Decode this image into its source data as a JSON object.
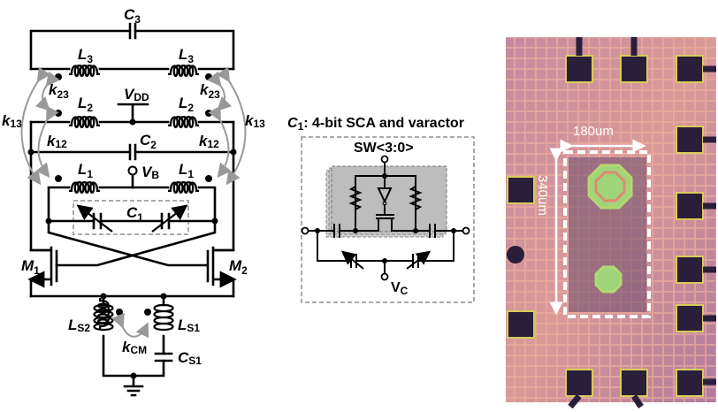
{
  "schematic": {
    "labels": {
      "c3": {
        "main": "C",
        "sub": "3"
      },
      "l3_left": {
        "main": "L",
        "sub": "3"
      },
      "l3_right": {
        "main": "L",
        "sub": "3"
      },
      "k23_left": {
        "main": "k",
        "sub": "23"
      },
      "k23_right": {
        "main": "k",
        "sub": "23"
      },
      "l2_left": {
        "main": "L",
        "sub": "2"
      },
      "l2_right": {
        "main": "L",
        "sub": "2"
      },
      "vdd": {
        "main": "V",
        "sub": "DD"
      },
      "k13_left": {
        "main": "k",
        "sub": "13"
      },
      "k13_right": {
        "main": "k",
        "sub": "13"
      },
      "k12_left": {
        "main": "k",
        "sub": "12"
      },
      "k12_right": {
        "main": "k",
        "sub": "12"
      },
      "c2": {
        "main": "C",
        "sub": "2"
      },
      "l1_left": {
        "main": "L",
        "sub": "1"
      },
      "l1_right": {
        "main": "L",
        "sub": "1"
      },
      "vb": {
        "main": "V",
        "sub": "B"
      },
      "c1": {
        "main": "C",
        "sub": "1"
      },
      "m1": {
        "main": "M",
        "sub": "1"
      },
      "m2": {
        "main": "M",
        "sub": "2"
      },
      "ls2": {
        "main": "L",
        "sub": "S2"
      },
      "ls1": {
        "main": "L",
        "sub": "S1"
      },
      "kcm": {
        "main": "k",
        "sub": "CM"
      },
      "cs1": {
        "main": "C",
        "sub": "S1"
      }
    }
  },
  "inset": {
    "title_main": "C",
    "title_sub": "1",
    "title_rest": ": 4-bit SCA and varactor",
    "sw_label": "SW<3:0>",
    "vc": {
      "main": "V",
      "sub": "C"
    }
  },
  "chip_photo": {
    "width_label": "180um",
    "height_label": "340um",
    "colors": {
      "substrate": "#c98a9a",
      "pad": "#2a1f3a",
      "pad_metal": "#e0d060",
      "inductor": "#9fd47a",
      "marker": "#ffffff"
    }
  }
}
